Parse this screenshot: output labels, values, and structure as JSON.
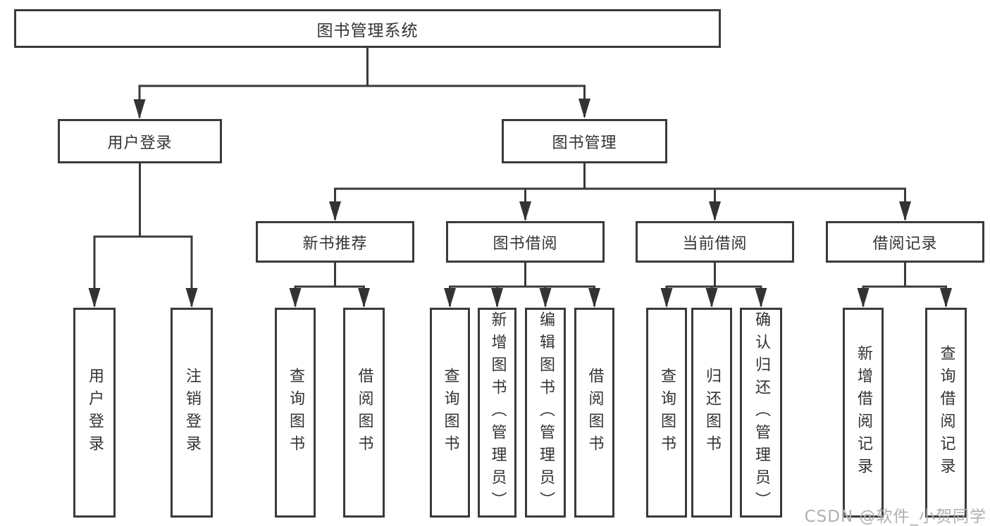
{
  "diagram": {
    "root": "图书管理系统",
    "children": [
      {
        "label": "用户登录",
        "children": [
          "用户登录",
          "注销登录"
        ]
      },
      {
        "label": "图书管理",
        "children": [
          {
            "label": "新书推荐",
            "children": [
              "查询图书",
              "借阅图书"
            ]
          },
          {
            "label": "图书借阅",
            "children": [
              "查询图书",
              "新增图书（管理员）",
              "编辑图书（管理员）",
              "借阅图书"
            ]
          },
          {
            "label": "当前借阅",
            "children": [
              "查询图书",
              "归还图书",
              "确认归还（管理员）"
            ]
          },
          {
            "label": "借阅记录",
            "children": [
              "新增借阅记录",
              "查询借阅记录"
            ]
          }
        ]
      }
    ]
  },
  "watermark": "CSDN @软件_小贺同学",
  "colors": {
    "line": "#3a3a3a",
    "text": "#333333",
    "watermark": "#b0b0b0",
    "background": "#ffffff"
  }
}
